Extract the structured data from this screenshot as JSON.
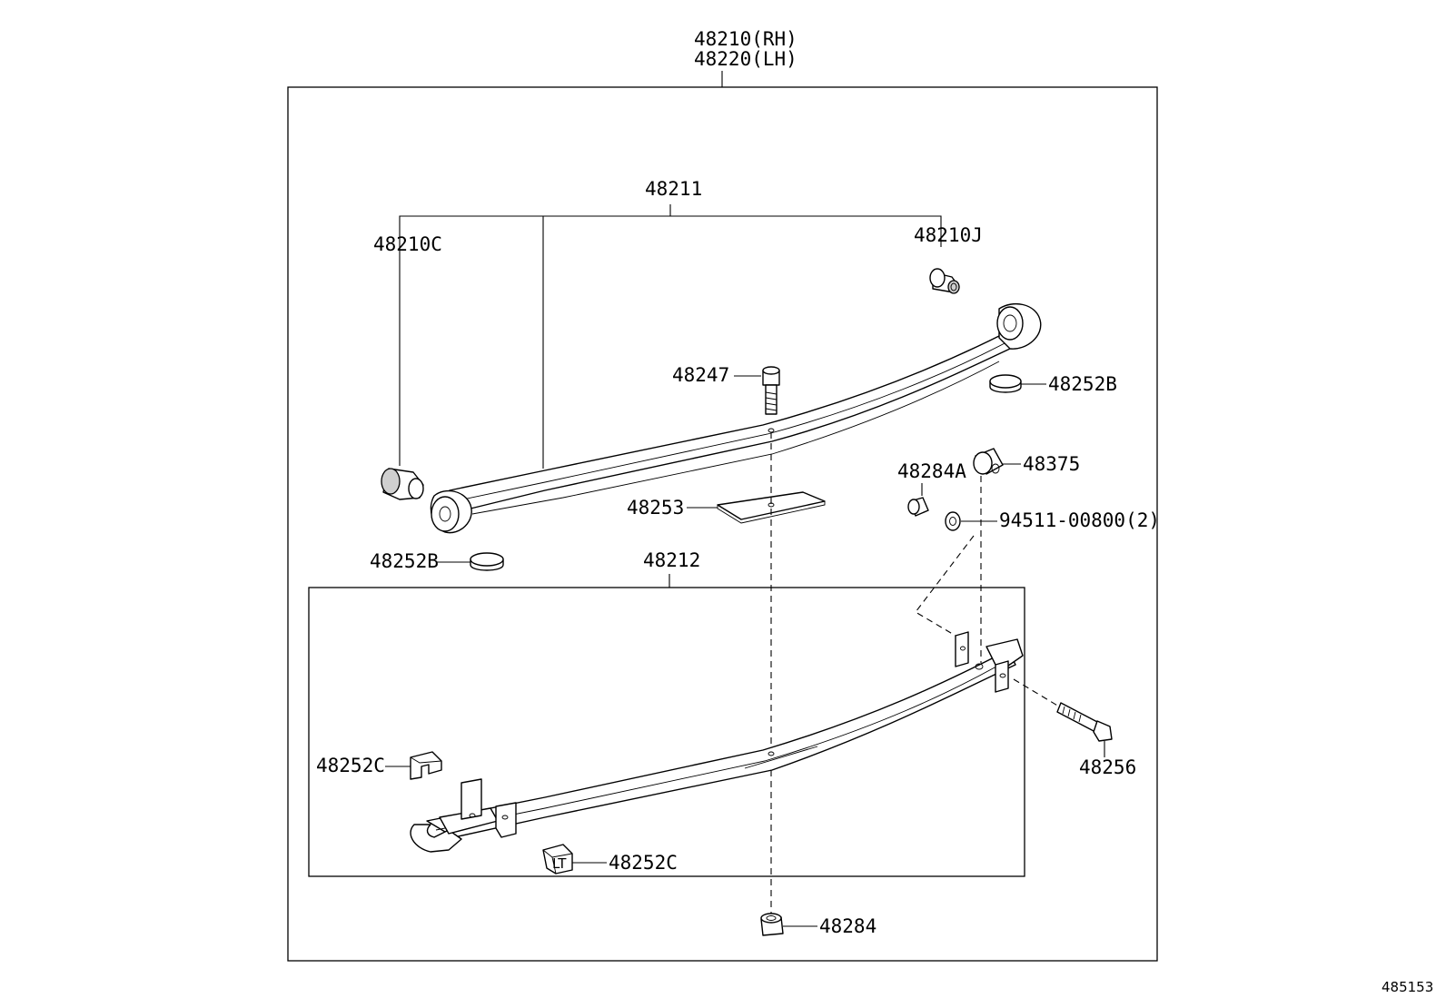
{
  "diagram": {
    "labels": {
      "assy_rh": "48210(RH)",
      "assy_lh": "48220(LH)",
      "leaf_main": "48211",
      "bushing_c": "48210C",
      "bushing_j": "48210J",
      "center_bolt": "48247",
      "silencer_b_top": "48252B",
      "collar_48375": "48375",
      "spacer_48284a": "48284A",
      "nut_94511": "94511-00800(2)",
      "plate_48253": "48253",
      "silencer_b_left": "48252B",
      "leaf_48212": "48212",
      "silencer_c_left": "48252C",
      "silencer_c_bottom": "48252C",
      "bolt_48256": "48256",
      "spacer_48284": "48284",
      "drawing_number": "485153"
    }
  }
}
